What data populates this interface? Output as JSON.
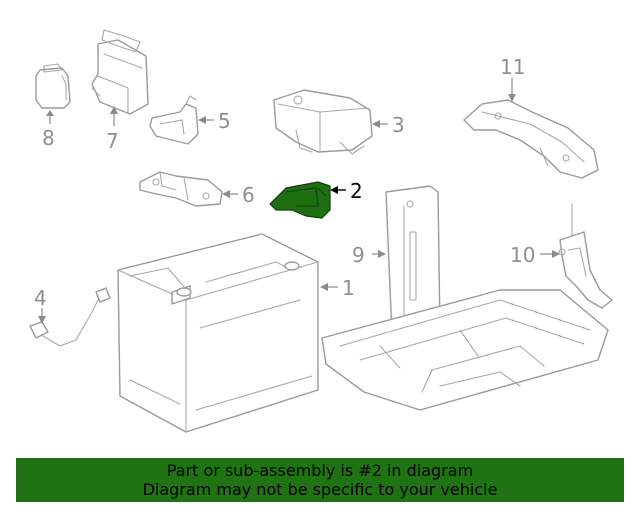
{
  "callouts": {
    "c1": "1",
    "c2": "2",
    "c3": "3",
    "c4": "4",
    "c5": "5",
    "c6": "6",
    "c7": "7",
    "c8": "8",
    "c9": "9",
    "c10": "10",
    "c11": "11"
  },
  "highlighted_part": "2",
  "colors": {
    "highlight": "#1e6e12",
    "banner": "#1f7312",
    "line_art": "#9a9a9a"
  },
  "banner": {
    "line1": "Part or sub-assembly is #2 in diagram",
    "line2": "Diagram may not be specific to your vehicle"
  }
}
